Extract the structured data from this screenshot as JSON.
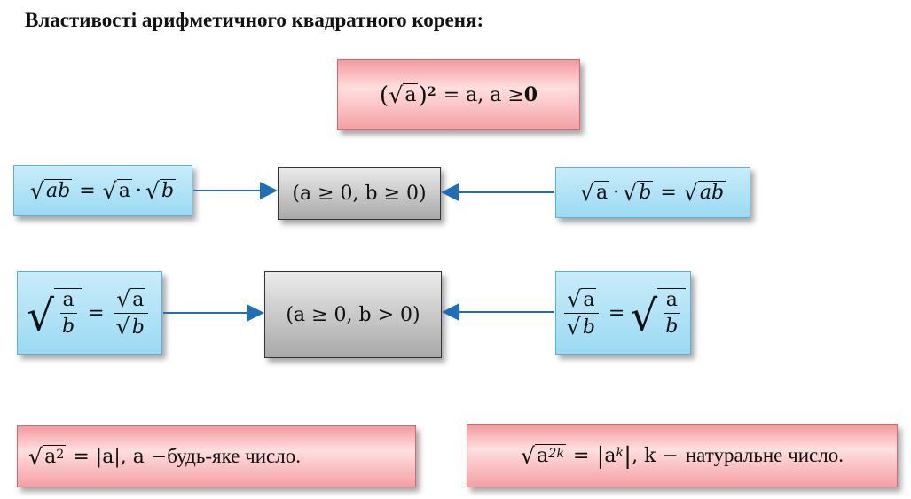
{
  "title": "Властивості арифметичного квадратного кореня:",
  "top_formula": {
    "base": "a",
    "exp": "2",
    "rhs": "= a, a ≥ ",
    "zero": "0"
  },
  "product": {
    "left": {
      "rad1": "ab",
      "eq": "=",
      "rad2": "a",
      "dot": "·",
      "rad3": "b"
    },
    "condition": "(a ≥ 0, b ≥ 0)",
    "right": {
      "rad1": "a",
      "dot": "·",
      "rad2": "b",
      "eq": "=",
      "rad3": "ab"
    }
  },
  "quotient": {
    "left": {
      "num": "a",
      "den": "b",
      "eq": "=",
      "num2": "a",
      "den2": "b"
    },
    "condition": "(a ≥ 0, b > 0)",
    "right": {
      "num": "a",
      "den": "b",
      "eq": "=",
      "num2": "a",
      "den2": "b"
    }
  },
  "abs_formula": {
    "rad_base": "a",
    "rad_exp": "2",
    "rhs": "= |a|, a − ",
    "text": "будь-яке число."
  },
  "power_formula": {
    "rad_base": "a",
    "rad_exp": "2k",
    "rhs_base": "a",
    "rhs_exp": "k",
    "rhs_tail": ", k − ",
    "text": "натуральне число."
  },
  "colors": {
    "red": "#f29a9e",
    "blue": "#9bdaf3",
    "gray": "#b5b5b5",
    "arrow": "#1f6fb8"
  }
}
